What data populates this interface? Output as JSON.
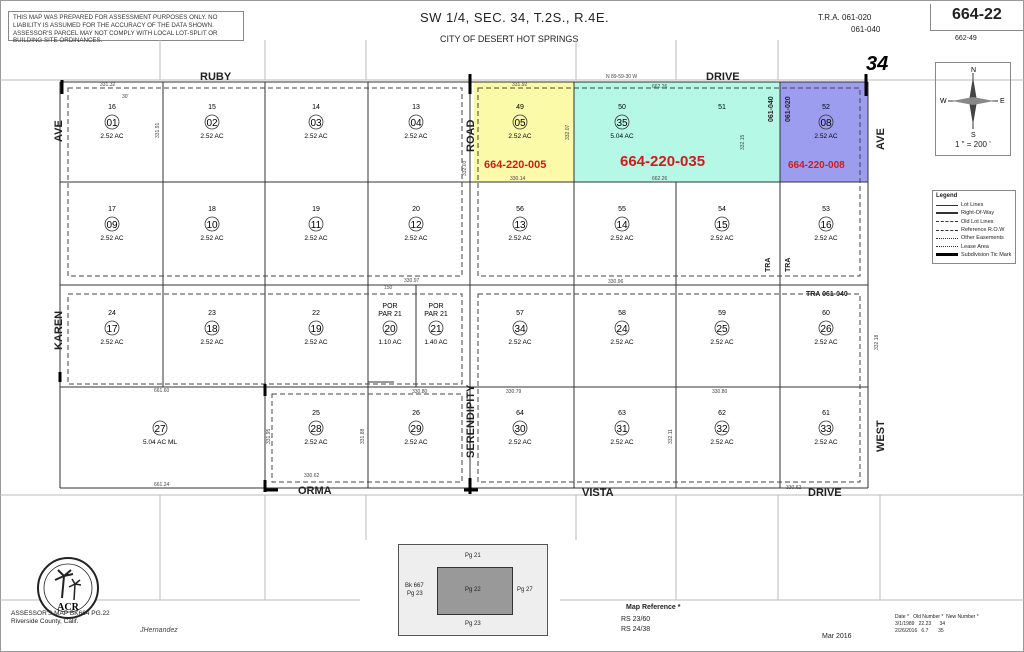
{
  "disclaimer": "THIS MAP WAS PREPARED FOR ASSESSMENT PURPOSES ONLY. NO LIABILITY IS ASSUMED FOR THE ACCURACY OF THE DATA SHOWN. ASSESSOR'S PARCEL MAY NOT COMPLY WITH LOCAL LOT-SPLIT OR BUILDING SITE ORDINANCES.",
  "header": {
    "title": "SW 1/4, SEC. 34, T.2S., R.4E.",
    "city": "CITY OF DESERT HOT SPRINGS",
    "tra_line1": "T.R.A.  061-020",
    "tra_line2": "061-040",
    "map_number": "664-22",
    "map_sub": "662-49"
  },
  "section_number": "34",
  "north_arrow": {
    "n": "N",
    "s": "S",
    "e": "E",
    "w": "W"
  },
  "scale": "1 \" = 200 '",
  "legend": {
    "title": "Legend",
    "items": [
      "Lot Lines",
      "Right-Of-Way",
      "Old Lot Lines",
      "Reference R.O.W",
      "Other Easements",
      "Lease Area",
      "Subdivision Tic Mark"
    ]
  },
  "streets": {
    "ruby": "RUBY",
    "drive_top": "DRIVE",
    "road": "ROAD",
    "ave_left": "AVE",
    "ave_right": "AVE",
    "karen": "KAREN",
    "serendipity": "SERENDIPITY",
    "orma": "ORMA",
    "vista": "VISTA",
    "drive_bottom": "DRIVE",
    "west": "WEST"
  },
  "highlights": {
    "apn1": "664-220-005",
    "apn2": "664-220-035",
    "apn3": "664-220-008",
    "colors": {
      "yellow": "#fbfaa8",
      "cyan": "#b6f8e6",
      "blue": "#9d9df0",
      "apn_text": "#cc1d1d"
    }
  },
  "tra_labels": [
    "061-040",
    "061-020",
    "TRA",
    "TRA",
    "TRA  061-040"
  ],
  "parcels": [
    {
      "lot": "16",
      "num": "01",
      "area": "2.52 AC"
    },
    {
      "lot": "15",
      "num": "02",
      "area": "2.52 AC"
    },
    {
      "lot": "14",
      "num": "03",
      "area": "2.52 AC"
    },
    {
      "lot": "13",
      "num": "04",
      "area": "2.52 AC"
    },
    {
      "lot": "49",
      "num": "05",
      "area": "2.52 AC"
    },
    {
      "lot": "50",
      "num": "35",
      "area": "5.04 AC"
    },
    {
      "lot": "51",
      "num": "",
      "area": ""
    },
    {
      "lot": "52",
      "num": "08",
      "area": "2.52 AC"
    },
    {
      "lot": "17",
      "num": "09",
      "area": "2.52 AC"
    },
    {
      "lot": "18",
      "num": "10",
      "area": "2.52 AC"
    },
    {
      "lot": "19",
      "num": "11",
      "area": "2.52 AC"
    },
    {
      "lot": "20",
      "num": "12",
      "area": "2.52 AC"
    },
    {
      "lot": "56",
      "num": "13",
      "area": "2.52 AC"
    },
    {
      "lot": "55",
      "num": "14",
      "area": "2.52 AC"
    },
    {
      "lot": "54",
      "num": "15",
      "area": "2.52 AC"
    },
    {
      "lot": "53",
      "num": "16",
      "area": "2.52 AC"
    },
    {
      "lot": "24",
      "num": "17",
      "area": "2.52 AC"
    },
    {
      "lot": "23",
      "num": "18",
      "area": "2.52 AC"
    },
    {
      "lot": "22",
      "num": "19",
      "area": "2.52 AC"
    },
    {
      "lot": "POR PAR 21",
      "num": "20",
      "area": "1.10 AC"
    },
    {
      "lot": "POR PAR 21",
      "num": "21",
      "area": "1.40 AC"
    },
    {
      "lot": "57",
      "num": "34",
      "area": "2.52 AC"
    },
    {
      "lot": "58",
      "num": "24",
      "area": "2.52 AC"
    },
    {
      "lot": "59",
      "num": "25",
      "area": "2.52 AC"
    },
    {
      "lot": "60",
      "num": "26",
      "area": "2.52 AC"
    },
    {
      "lot": "",
      "num": "27",
      "area": "5.04 AC ML"
    },
    {
      "lot": "25",
      "num": "28",
      "area": "2.52 AC"
    },
    {
      "lot": "26",
      "num": "29",
      "area": "2.52 AC"
    },
    {
      "lot": "64",
      "num": "30",
      "area": "2.52 AC"
    },
    {
      "lot": "63",
      "num": "31",
      "area": "2.52 AC"
    },
    {
      "lot": "62",
      "num": "32",
      "area": "2.52 AC"
    },
    {
      "lot": "61",
      "num": "33",
      "area": "2.52 AC"
    }
  ],
  "dimensions": [
    "331.32",
    "331.92",
    "N 89-59-30 W",
    "662.26",
    "330.14",
    "662.26",
    "330.97",
    "330.96",
    "330.80",
    "661.60",
    "330.79",
    "330.80",
    "330.62",
    "661.24",
    "330.62",
    "150",
    "30'",
    "332.07",
    "332.15",
    "331.91",
    "331.95",
    "331.88",
    "332.03",
    "332.11",
    "332.18"
  ],
  "minimap": {
    "top": "Pg 21",
    "center": "Pg 22",
    "right": "Pg 27",
    "bottom": "Pg 23",
    "left_line1": "Bk 667",
    "left_line2": "Pg 23"
  },
  "map_reference": {
    "title": "Map Reference *",
    "rs1": "RS  23/60",
    "rs2": "RS  24/38"
  },
  "footer": {
    "assessor_line1": "ASSESSOR'S MAP BK664 PG.22",
    "assessor_line2": "Riverside County, Calif.",
    "signature": "JHernandez",
    "date": "Mar 2016",
    "logo_text": "ACR"
  },
  "revisions": {
    "headers": [
      "Date *",
      "Old Number *",
      "New Number *"
    ],
    "rows": [
      [
        "3/1/1989",
        "22.23",
        "34"
      ],
      [
        "2/26/2016",
        "6.7",
        "35"
      ]
    ]
  }
}
